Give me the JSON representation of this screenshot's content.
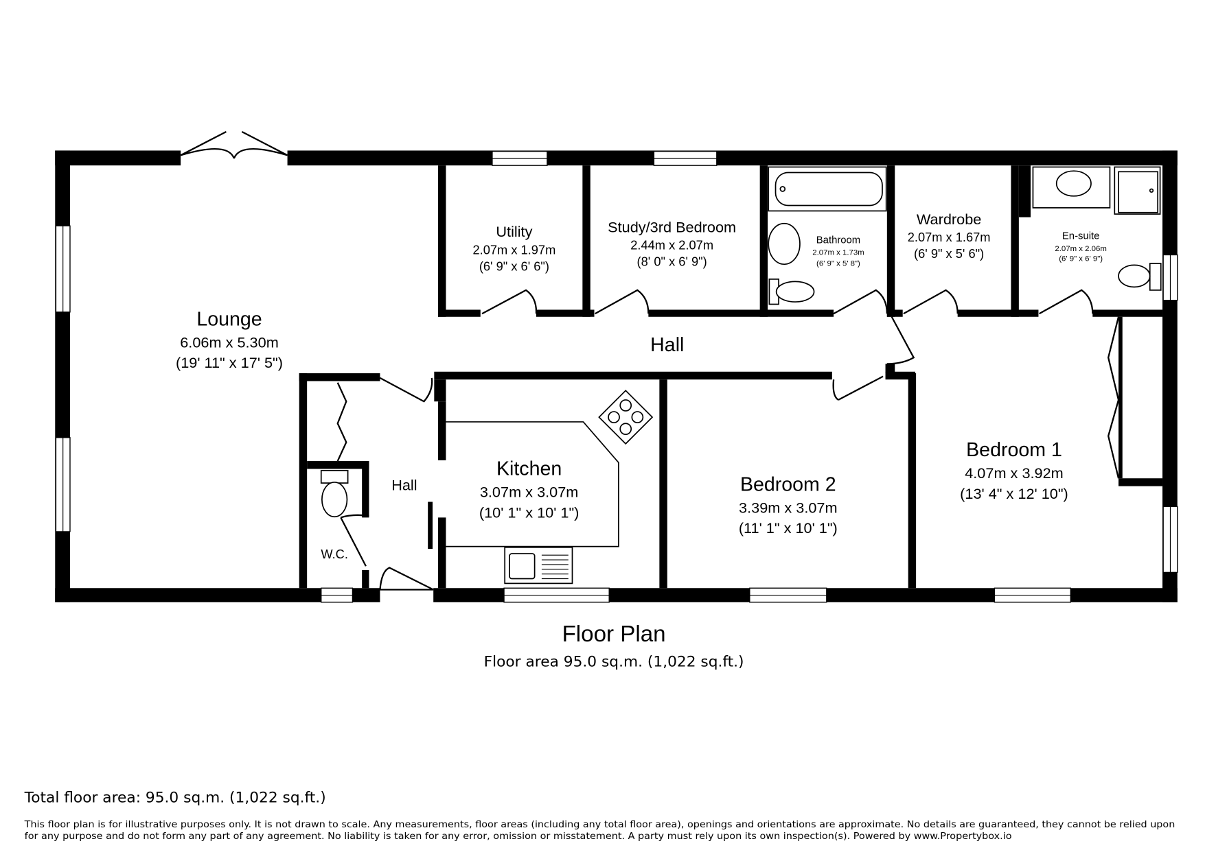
{
  "rooms": {
    "lounge": {
      "name": "Lounge",
      "metric": "6.06m x 5.30m",
      "imperial": "(19' 11\" x 17' 5\")"
    },
    "utility": {
      "name": "Utility",
      "metric": "2.07m x 1.97m",
      "imperial": "(6' 9\" x 6' 6\")"
    },
    "study": {
      "name": "Study/3rd Bedroom",
      "metric": "2.44m x 2.07m",
      "imperial": "(8' 0\" x 6' 9\")"
    },
    "bathroom": {
      "name": "Bathroom",
      "metric": "2.07m x 1.73m",
      "imperial": "(6' 9\" x 5' 8\")"
    },
    "wardrobe": {
      "name": "Wardrobe",
      "metric": "2.07m x 1.67m",
      "imperial": "(6' 9\" x 5' 6\")"
    },
    "ensuite": {
      "name": "En-suite",
      "metric": "2.07m x 2.06m",
      "imperial": "(6' 9\" x 6' 9\")"
    },
    "hall_main": {
      "name": "Hall"
    },
    "hall_small": {
      "name": "Hall"
    },
    "wc": {
      "name": "W.C."
    },
    "kitchen": {
      "name": "Kitchen",
      "metric": "3.07m x 3.07m",
      "imperial": "(10' 1\" x 10' 1\")"
    },
    "bedroom2": {
      "name": "Bedroom 2",
      "metric": "3.39m x 3.07m",
      "imperial": "(11' 1\" x 10' 1\")"
    },
    "bedroom1": {
      "name": "Bedroom 1",
      "metric": "4.07m x 3.92m",
      "imperial": "(13' 4\" x 12' 10\")"
    }
  },
  "plan": {
    "title": "Floor Plan",
    "area": "Floor area 95.0 sq.m. (1,022 sq.ft.)"
  },
  "footer": {
    "total": "Total floor area: 95.0 sq.m. (1,022 sq.ft.)",
    "disclaimer_1": "This floor plan is for illustrative purposes only. It is not drawn to scale. Any measurements, floor areas (including any total floor area), openings and orientations are approximate. No details are guaranteed, they cannot be relied upon",
    "disclaimer_2": "for any purpose and do not form any part of any agreement. No liability is taken for any error, omission or misstatement. A party must rely upon its own inspection(s). Powered by www.Propertybox.io"
  }
}
